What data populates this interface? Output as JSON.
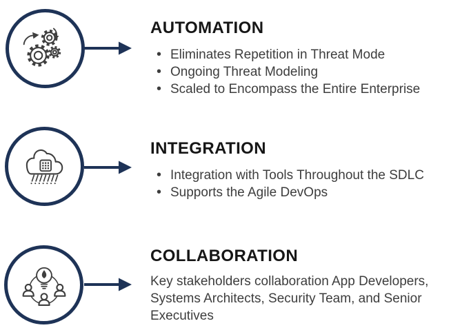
{
  "colors": {
    "navy": "#1e3357",
    "icon": "#3f3f3f",
    "title": "#161616",
    "body": "#3d3d3d",
    "bg": "#ffffff"
  },
  "sections": [
    {
      "id": "automation",
      "icon": "gears-icon",
      "title": "AUTOMATION",
      "bullets": [
        "Eliminates Repetition in Threat Mode",
        "Ongoing Threat Modeling",
        "Scaled to Encompass the Entire Enterprise"
      ]
    },
    {
      "id": "integration",
      "icon": "cloud-chip-icon",
      "title": "INTEGRATION",
      "bullets": [
        "Integration with Tools Throughout the SDLC",
        "Supports the Agile DevOps"
      ]
    },
    {
      "id": "collaboration",
      "icon": "team-idea-icon",
      "title": "COLLABORATION",
      "paragraph": "Key stakeholders collaboration App Developers, Systems Architects, Security Team, and Senior Executives"
    }
  ]
}
